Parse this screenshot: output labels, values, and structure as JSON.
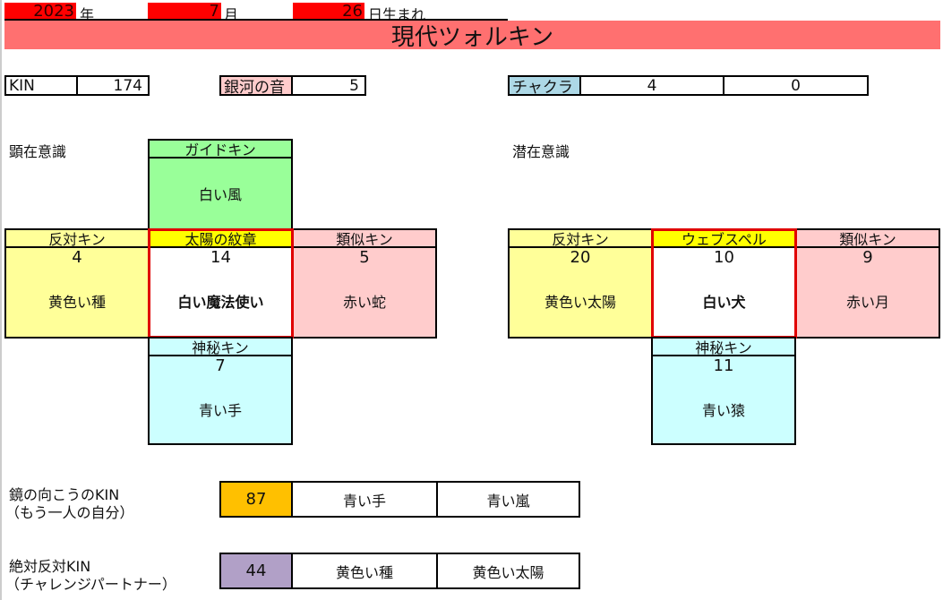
{
  "birth": {
    "year": "2023",
    "year_unit": "年",
    "month": "7",
    "month_unit": "月",
    "day": "26",
    "day_unit": "日生まれ"
  },
  "title": "現代ツォルキン",
  "stats": {
    "kin_label": "KIN",
    "kin": "174",
    "tone_label": "銀河の音",
    "tone": "5",
    "chakra_label": "チャクラ",
    "chakra_1": "4",
    "chakra_2": "0"
  },
  "conscious": {
    "label": "顕在意識",
    "guide_label": "ガイドキン",
    "guide_name": "白い風",
    "opposite_label": "反対キン",
    "opposite_num": "4",
    "opposite_name": "黄色い種",
    "sun_label": "太陽の紋章",
    "sun_num": "14",
    "sun_name": "白い魔法使い",
    "analog_label": "類似キン",
    "analog_num": "5",
    "analog_name": "赤い蛇",
    "occult_label": "神秘キン",
    "occult_num": "7",
    "occult_name": "青い手"
  },
  "subconscious": {
    "label": "潜在意識",
    "opposite_label": "反対キン",
    "opposite_num": "20",
    "opposite_name": "黄色い太陽",
    "wave_label": "ウェブスペル",
    "wave_num": "10",
    "wave_name": "白い犬",
    "analog_label": "類似キン",
    "analog_num": "9",
    "analog_name": "赤い月",
    "occult_label": "神秘キン",
    "occult_num": "11",
    "occult_name": "青い猿"
  },
  "mirror": {
    "label1": "鏡の向こうのKIN",
    "label2": "（もう一人の自分）",
    "kin": "87",
    "seal": "青い手",
    "wave": "青い嵐"
  },
  "antipode": {
    "label1": "絶対反対KIN",
    "label2": "（チャレンジパートナー）",
    "kin": "44",
    "seal": "黄色い種",
    "wave": "黄色い太陽"
  },
  "colors": {
    "title": "#ff7070",
    "green": "#99ff99",
    "yellow": "#ffff99",
    "pink": "#ffcccc",
    "cyan": "#ccffff",
    "sun": "#ffff00",
    "orange": "#ffc000",
    "purple": "#b1a0c7",
    "chakra": "#add8e6"
  }
}
